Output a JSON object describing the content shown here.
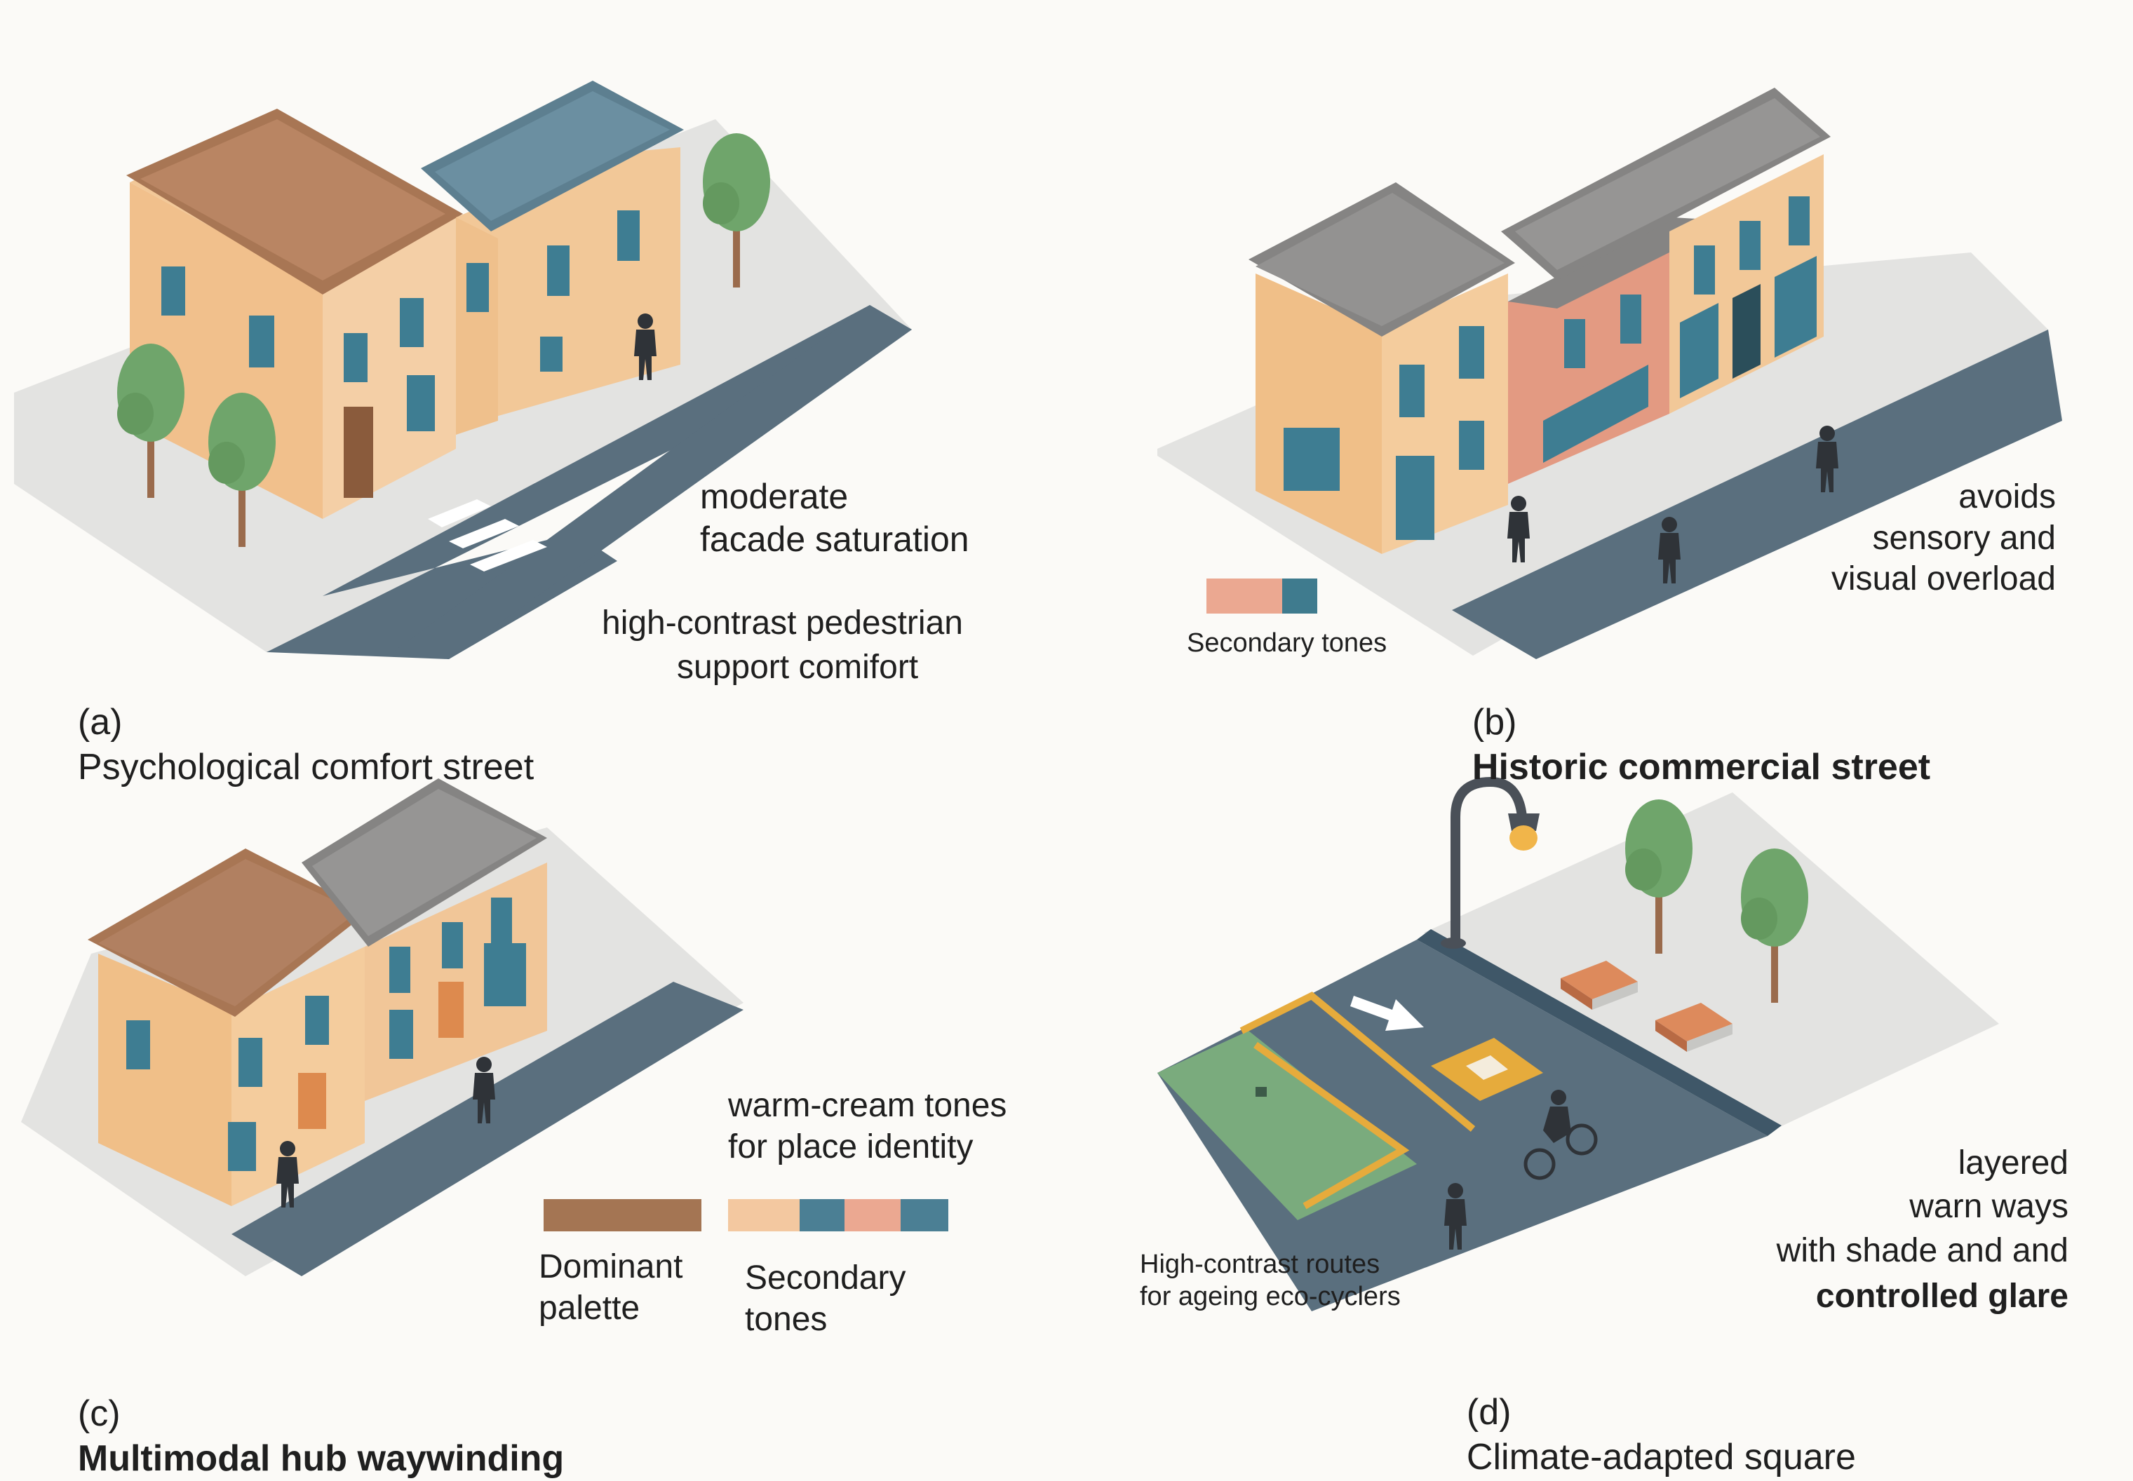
{
  "colors": {
    "background": "#fbfaf7",
    "ground": "#e3e3e1",
    "road": "#5a6f7e",
    "facade_cream": "#f2c898",
    "roof_brown": "#a87654",
    "roof_blue": "#5d7f90",
    "roof_grey": "#858483",
    "facade_pink": "#e39a82",
    "window_teal": "#3e7d92",
    "door_orange": "#dd8a4e",
    "tree_green": "#6fa56b",
    "bench_orange": "#dd8a5c",
    "bike_lane_green": "#7aab7d",
    "lane_yellow": "#e6ab3c",
    "figure_dark": "#2f3338"
  },
  "panels": {
    "a": {
      "caption_letter": "(a)",
      "caption_title": "Psychological comfort street",
      "note_1": "moderate\nfacade saturation",
      "note_2_line1": "high-contrast pedestrian",
      "note_2_line2": "support comifort"
    },
    "b": {
      "caption_letter": "(b)",
      "caption_title": "Historic commercial street",
      "note": "avoids\nsensory and\nvisual overload",
      "legend_label": "Secondary tones",
      "legend_swatches": [
        "#eba891",
        "#3f7b8e"
      ]
    },
    "c": {
      "caption_letter": "(c)",
      "caption_title": "Multimodal hub waywinding",
      "note": "warm-cream tones\nfor place identity",
      "dominant_label": "Dominant\npalette",
      "dominant_swatch": "#a47553",
      "secondary_label": "Secondary\ntones",
      "secondary_swatches": [
        "#f3c8a0",
        "#4b7f94",
        "#eba891",
        "#4b7f94"
      ]
    },
    "d": {
      "caption_letter": "(d)",
      "caption_title": "Climate-adapted square",
      "note_line1": "layered",
      "note_line2": "warn ways",
      "note_line3": "with shade and and",
      "note_line4": "controlled glare",
      "route_note": "High-contrast routes\nfor ageing eco-cyclers"
    }
  }
}
